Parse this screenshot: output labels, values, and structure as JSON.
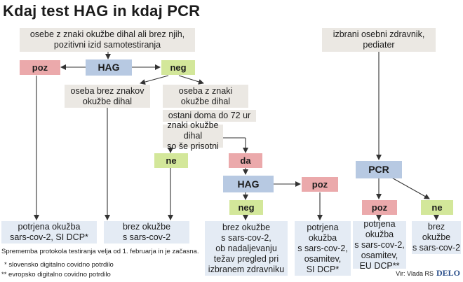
{
  "title": "Kdaj test HAG in kdaj PCR",
  "nodes": {
    "symptoms_or_positive_self_test": "osebe z znaki okužbe dihal ali brez njih,\npozitivni izid samotestiranja",
    "hag_1": "HAG",
    "poz_1": "poz",
    "neg_1": "neg",
    "no_symptoms": "oseba brez znakov\nokužbe dihal",
    "with_symptoms": "oseba z znaki\nokužbe dihal",
    "stay_home": "ostani doma do 72 ur",
    "symptoms_persist": "znaki okužbe dihal\nso še prisotni",
    "ne_1": "ne",
    "da_1": "da",
    "hag_2": "HAG",
    "poz_2": "poz",
    "neg_2": "neg",
    "gp_pediatrician": "izbrani osebni zdravnik,\npediater",
    "pcr": "PCR",
    "poz_3": "poz",
    "ne_2": "ne",
    "result_confirmed_1": "potrjena okužba\nsars-cov-2, SI DCP*",
    "result_free_1": "brez okužbe\ns sars-cov-2",
    "result_free_2": "brez okužbe\ns sars-cov-2,\nob nadaljevanju\ntežav pregled pri\nizbranem zdravniku",
    "result_confirmed_2": "potrjena\nokužba\ns sars-cov-2,\nosamitev,\nSI DCP*",
    "result_confirmed_3": "potrjena\nokužba\ns sars-cov-2,\nosamitev,\nEU DCP**",
    "result_free_3": "brez\nokužbe\ns sars-cov-2"
  },
  "footnotes": {
    "note": "Sprememba protokola testiranja velja od 1. februarja in je začasna.",
    "star1": "* slovensko digitalno covidno potrdilo",
    "star2": "** evropsko digitalno covidno potrdilo"
  },
  "credit": {
    "source": "Vir: Vlada RS",
    "publisher": "DELO"
  },
  "colors": {
    "gray": "#ebe8e3",
    "blue": "#e4ebf4",
    "red": "#eba9ab",
    "green": "#d3e79a",
    "hag": "#b7c9e2",
    "arrow": "#333333"
  }
}
